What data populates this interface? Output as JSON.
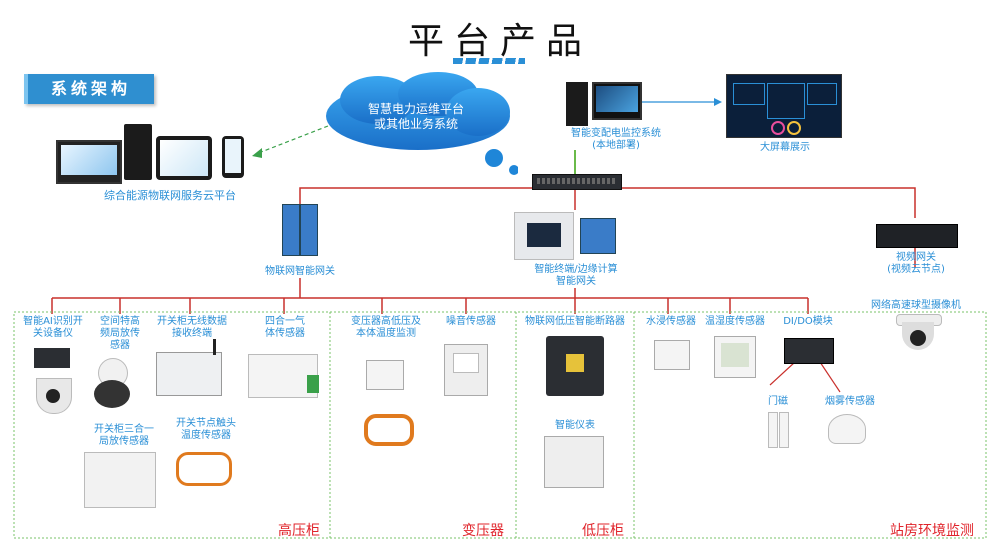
{
  "title": "平台产品",
  "arch_badge": "系统架构",
  "cloud_text": [
    "智慧电力运维平台",
    "或其他业务系统"
  ],
  "platform_label": "综合能源物联网服务云平台",
  "monitor_label": [
    "智能变配电监控系统",
    "(本地部署)"
  ],
  "bigscreen_label": "大屏幕展示",
  "iot_gateway_label": "物联网智能网关",
  "edge_label": [
    "智能终端/边缘计算",
    "智能网关"
  ],
  "video_gateway_label": [
    "视频网关",
    "(视频云节点)"
  ],
  "dome_camera_label": "网络高速球型摄像机",
  "zones": {
    "high": "高压柜",
    "transformer": "变压器",
    "low": "低压柜",
    "station": "站房环境监测"
  },
  "high_devices": {
    "ai_switch": [
      "智能AI识别开",
      "关设备仪"
    ],
    "partial_discharge": [
      "空间特高",
      "频局放传",
      "感器"
    ],
    "wireless_receiver": [
      "开关柜无线数据",
      "接收终端"
    ],
    "four_in_one": [
      "四合一气",
      "体传感器"
    ],
    "three_in_one": [
      "开关柜三合一",
      "局放传感器"
    ],
    "node_temp": [
      "开关节点触头",
      "温度传感器"
    ]
  },
  "transformer_devices": {
    "temp_monitor": [
      "变压器高低压及",
      "本体温度监测"
    ],
    "noise": "噪音传感器"
  },
  "low_devices": {
    "breaker": "物联网低压智能断路器",
    "meter": "智能仪表"
  },
  "station_devices": {
    "water": "水浸传感器",
    "humidity": "温湿度传感器",
    "dido": "DI/DO模块",
    "door": "门磁",
    "smoke": "烟雾传感器"
  },
  "colors": {
    "accent": "#2a8fd6",
    "line_red": "#c9302c",
    "line_green": "#6aba4a",
    "zone_border": "#7ac36a"
  }
}
